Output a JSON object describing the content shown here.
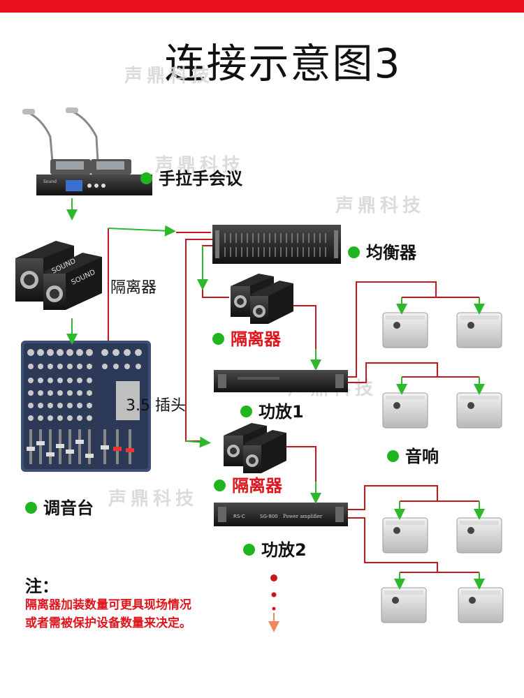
{
  "title": "连接示意图3",
  "watermark": "声鼎科技",
  "labels": {
    "conference": "手拉手会议",
    "isolator_top": "隔离器",
    "equalizer": "均衡器",
    "isolator1": "隔离器",
    "amp1": "功放1",
    "plug": "3.5 插头",
    "speakers": "音响",
    "isolator2": "隔离器",
    "mixer": "调音台",
    "amp2": "功放2"
  },
  "device_text": {
    "isolator_brand": "SOUND",
    "amp2_brand": "RS-C",
    "amp2_model": "SG-800",
    "amp2_type": "Power amplifier"
  },
  "note": {
    "heading": "注：",
    "line1": "隔离器加装数量可更具现场情况",
    "line2": "或者需被保护设备数量来决定。"
  },
  "colors": {
    "green_line": "#2db82d",
    "red_line": "#c8161d",
    "accent_red": "#e0141c",
    "dot_green": "#1fb51f"
  }
}
